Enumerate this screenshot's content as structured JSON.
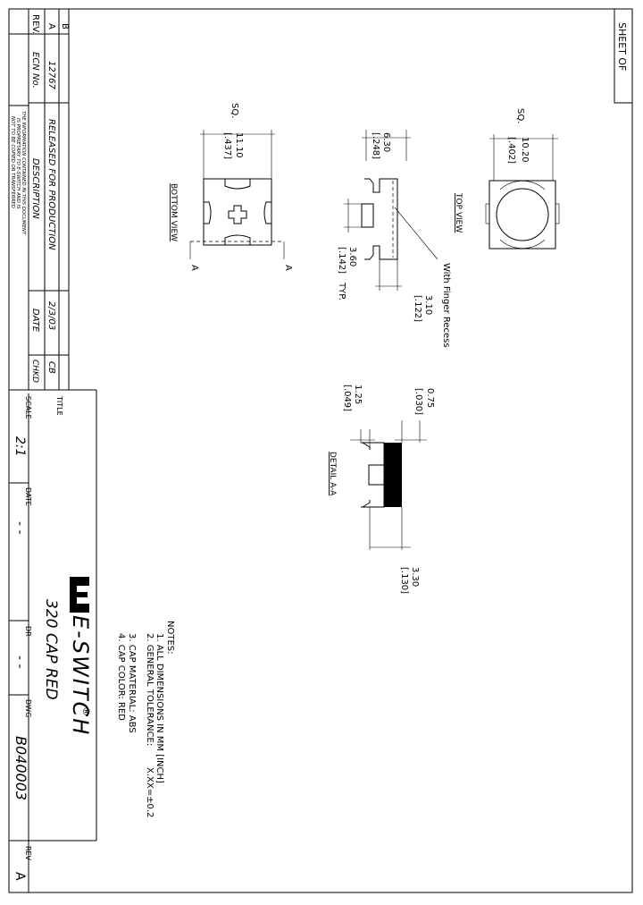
{
  "sheet_label": "SHEET  OF",
  "revision_block": {
    "col_rev": "REV.",
    "col_ecn": "ECN No.",
    "col_description": "DESCRIPTION",
    "col_date": "DATE",
    "col_chkd": "CHKD",
    "rows": [
      {
        "rev": "A",
        "ecn": "12767",
        "description": "RELEASED FOR PRODUCTION",
        "date": "2/3/03",
        "chkd": "CB"
      },
      {
        "rev": "B",
        "ecn": "",
        "description": "",
        "date": "",
        "chkd": ""
      }
    ],
    "confidential": [
      "THE INFORMATION CONTAINED IN THIS DOCUMENT",
      "IS PROPRIETARY TO E-SWITCH AND IS",
      "NOT TO BE COPIED OR TRANSFERRED"
    ]
  },
  "title_block": {
    "title_label": "TITLE",
    "title_value": "320 CAP RED",
    "logo_text": "E-SWITCH",
    "logo_mark": "®",
    "scale_label": "SCALE",
    "scale_value": "2:1",
    "date_label": "DATE",
    "date_value": "- -",
    "dr_label": "DR",
    "dr_value": "- -",
    "dwg_label": "DWG",
    "dwg_value": "B040003",
    "rev_label": "REV",
    "rev_value": "A"
  },
  "notes": {
    "heading": "NOTES:",
    "items": [
      "1.  ALL DIMENSIONS IN MM [INCH]",
      "2.  GENERAL TOLERANCE:",
      "3.  CAP MATERIAL: ABS",
      "4.  CAP COLOR: RED"
    ],
    "tolerance": "X.XX=±0.2"
  },
  "views": {
    "top_view": {
      "label": "TOP VIEW",
      "sq": "SQ.",
      "dim_mm": "10.20",
      "dim_in": "[.402]"
    },
    "bottom_view": {
      "label": "BOTTOM VIEW",
      "sq": "SQ.",
      "dim_mm": "11.10",
      "dim_in": "[.437]",
      "section_a": "A"
    },
    "side_view": {
      "height_mm": "6.30",
      "height_in": "[.248]",
      "stem_mm": "3.60",
      "stem_in": "[.142]",
      "stem_typ": "TYP.",
      "recess_mm": "3.10",
      "recess_in": "[.122]",
      "callout": "With Finger Recess"
    },
    "detail": {
      "label": "DETAIL A-A",
      "wall_mm": "0.75",
      "wall_in": "[.030]",
      "lip_mm": "1.25",
      "lip_in": "[.049]",
      "depth_mm": "3.30",
      "depth_in": "[.130]"
    }
  }
}
